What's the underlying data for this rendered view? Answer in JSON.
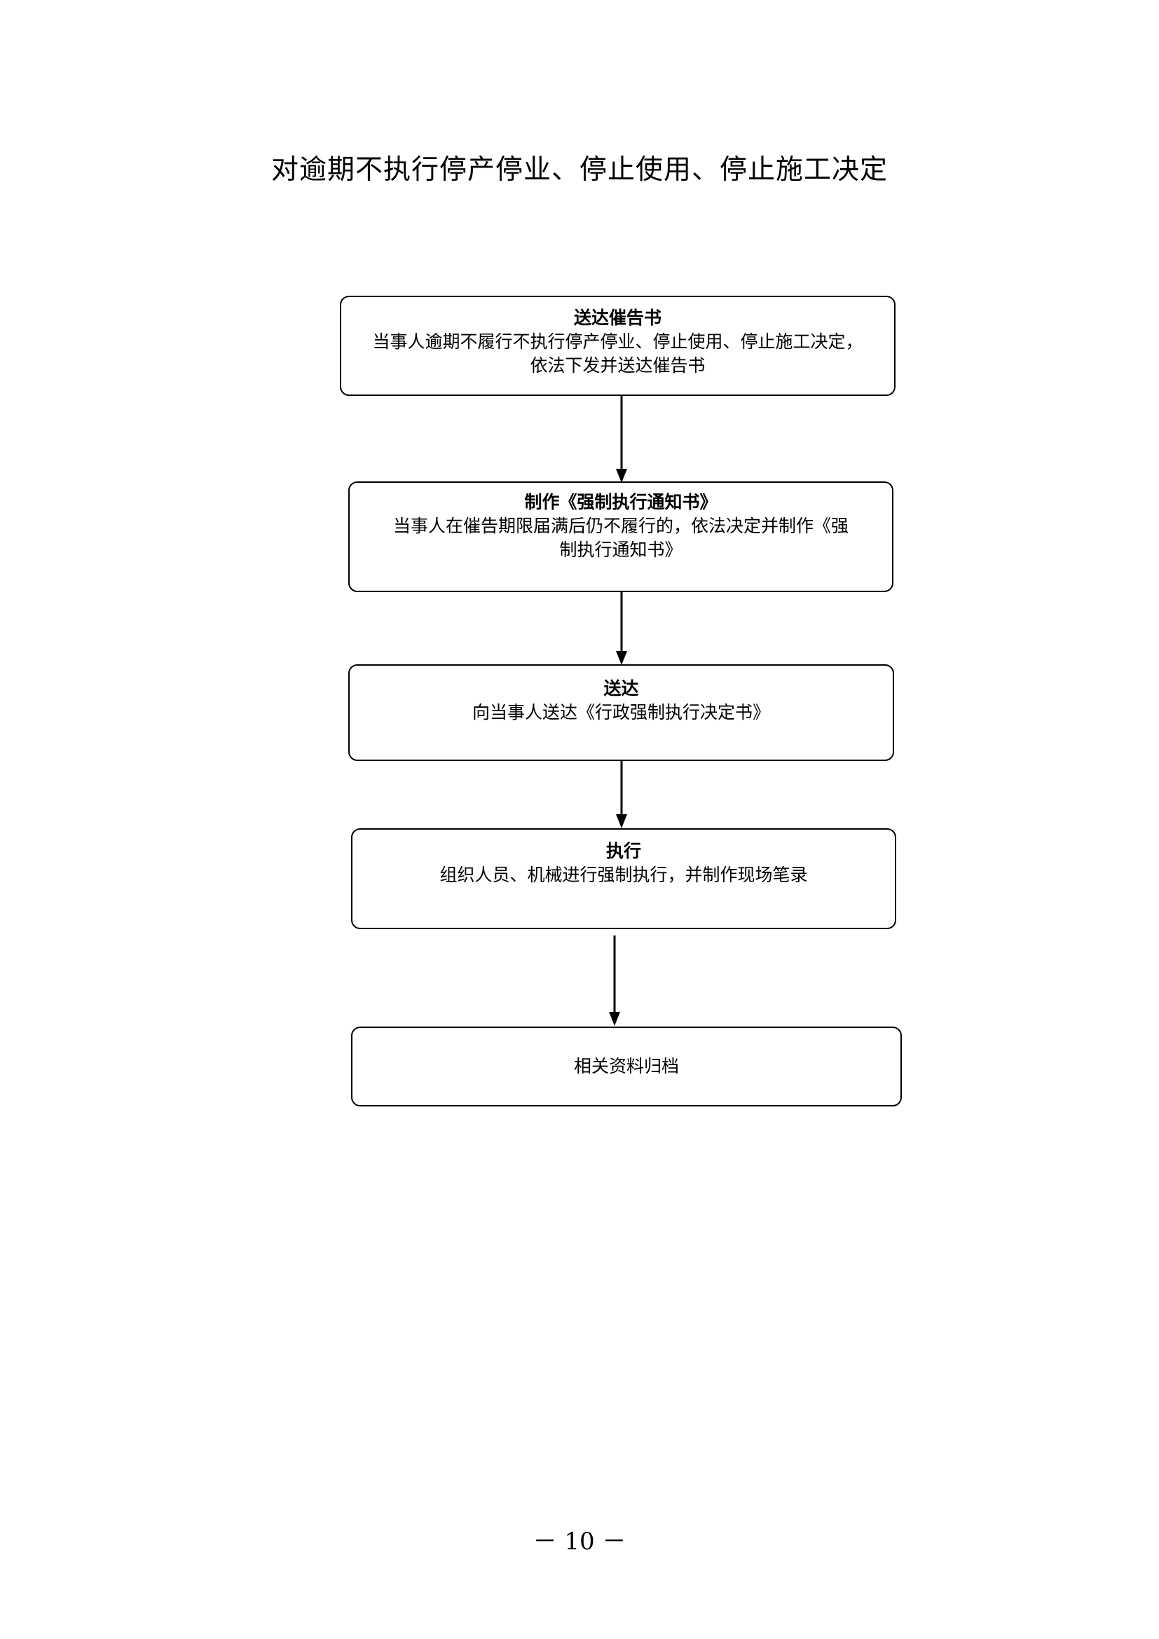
{
  "document": {
    "title": "对逾期不执行停产停业、停止使用、停止施工决定",
    "page_number": "－ 10 －"
  },
  "flowchart": {
    "steps": [
      {
        "title": "送达催告书",
        "body_lines": [
          "当事人逾期不履行不执行停产停业、停止使用、停止施工决定，",
          "依法下发并送达催告书"
        ]
      },
      {
        "title": "制作《强制执行通知书》",
        "body_lines": [
          "当事人在催告期限届满后仍不履行的，依法决定并制作《强",
          "制执行通知书》"
        ]
      },
      {
        "title": "送达",
        "body_lines": [
          "向当事人送达《行政强制执行决定书》"
        ]
      },
      {
        "title": "执行",
        "body_lines": [
          "组织人员、机械进行强制执行，并制作现场笔录"
        ]
      },
      {
        "title": "",
        "body_lines": [
          "相关资料归档"
        ]
      }
    ]
  }
}
